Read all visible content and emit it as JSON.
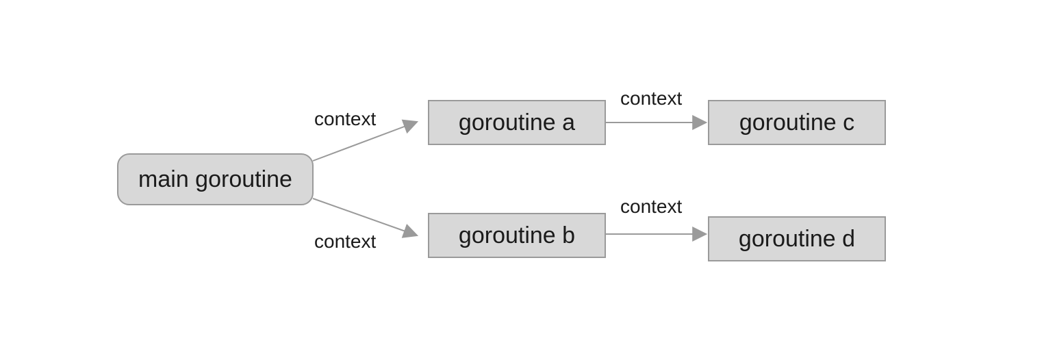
{
  "nodes": {
    "main": "main goroutine",
    "a": "goroutine a",
    "b": "goroutine b",
    "c": "goroutine c",
    "d": "goroutine d"
  },
  "edges": {
    "main_to_a": "context",
    "main_to_b": "context",
    "a_to_c": "context",
    "b_to_d": "context"
  },
  "colors": {
    "node_fill": "#d8d8d8",
    "node_border": "#9a9a9a",
    "arrow": "#9a9a9a"
  }
}
